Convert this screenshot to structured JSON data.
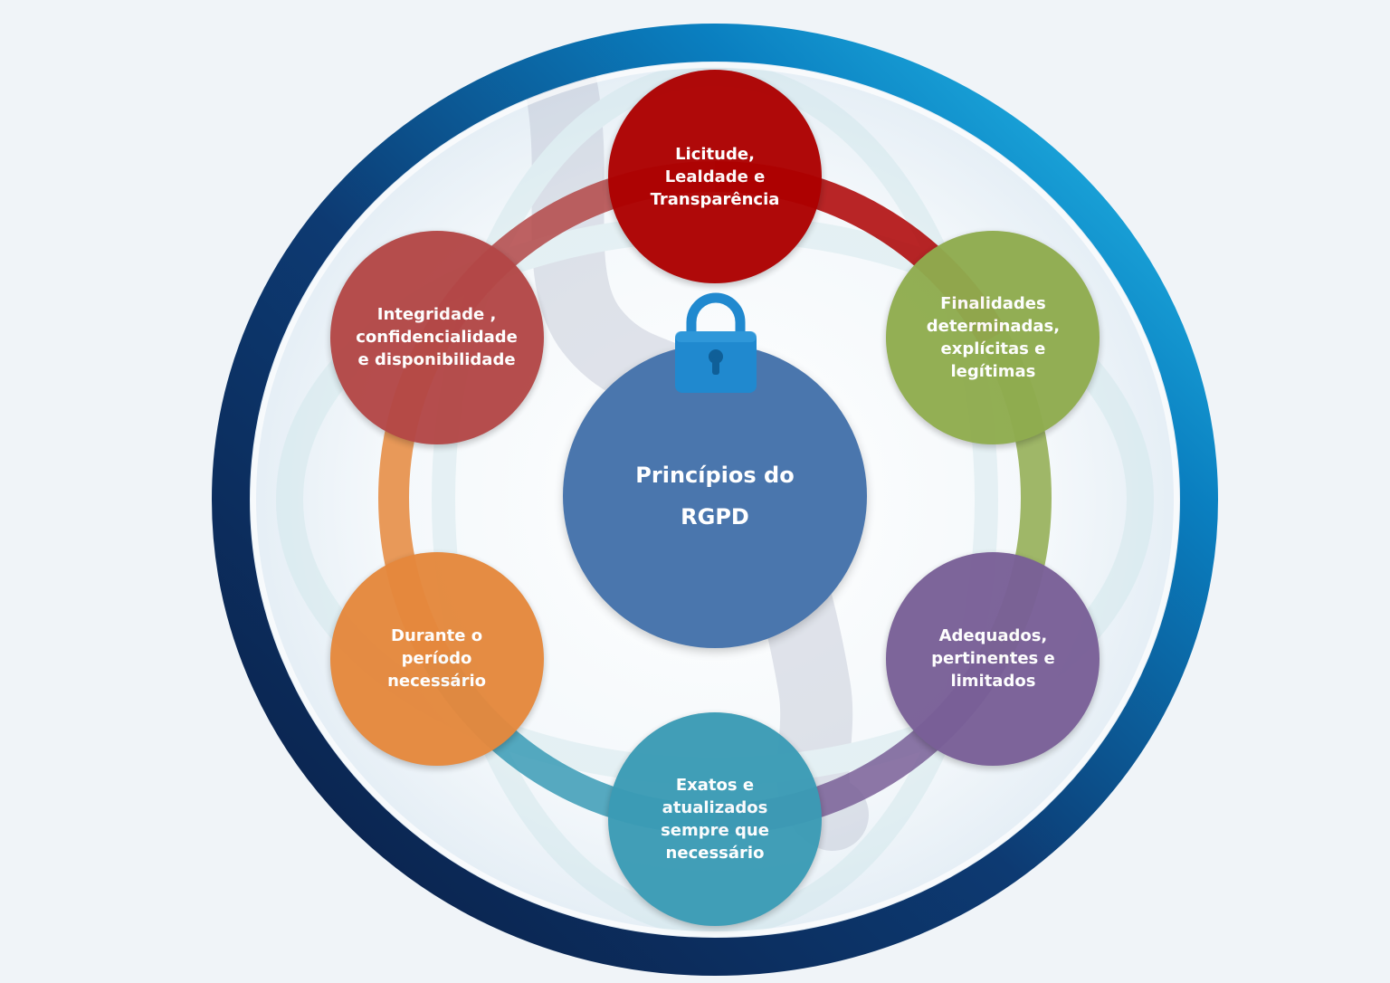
{
  "center": {
    "label": "Princípios do\nRGPD",
    "color": "#4a76ad",
    "icon": "padlock-icon"
  },
  "principles": [
    {
      "id": "licitude",
      "label": "Licitude,\nLealdade e\nTransparência",
      "color": "#ad0000"
    },
    {
      "id": "finalidades",
      "label": "Finalidades\ndeterminadas,\nexplícitas e\nlegítimas",
      "color": "#8fac4e"
    },
    {
      "id": "adequados",
      "label": "Adequados,\npertinentes e\nlimitados",
      "color": "#795f97"
    },
    {
      "id": "exatos",
      "label": "Exatos e\natualizados\nsempre que\nnecessário",
      "color": "#3a9bb5"
    },
    {
      "id": "durante",
      "label": "Durante o\nperíodo\nnecessário",
      "color": "#e5883c"
    },
    {
      "id": "integridade",
      "label": "Integridade ,\nconfidencialidade\ne disponibilidade",
      "color": "#b34746"
    }
  ],
  "colors": {
    "outer_ring_dark": "#0a2550",
    "outer_ring_light": "#0ca3d6",
    "background": "#f0f4f8",
    "lock": "#2089cf"
  }
}
